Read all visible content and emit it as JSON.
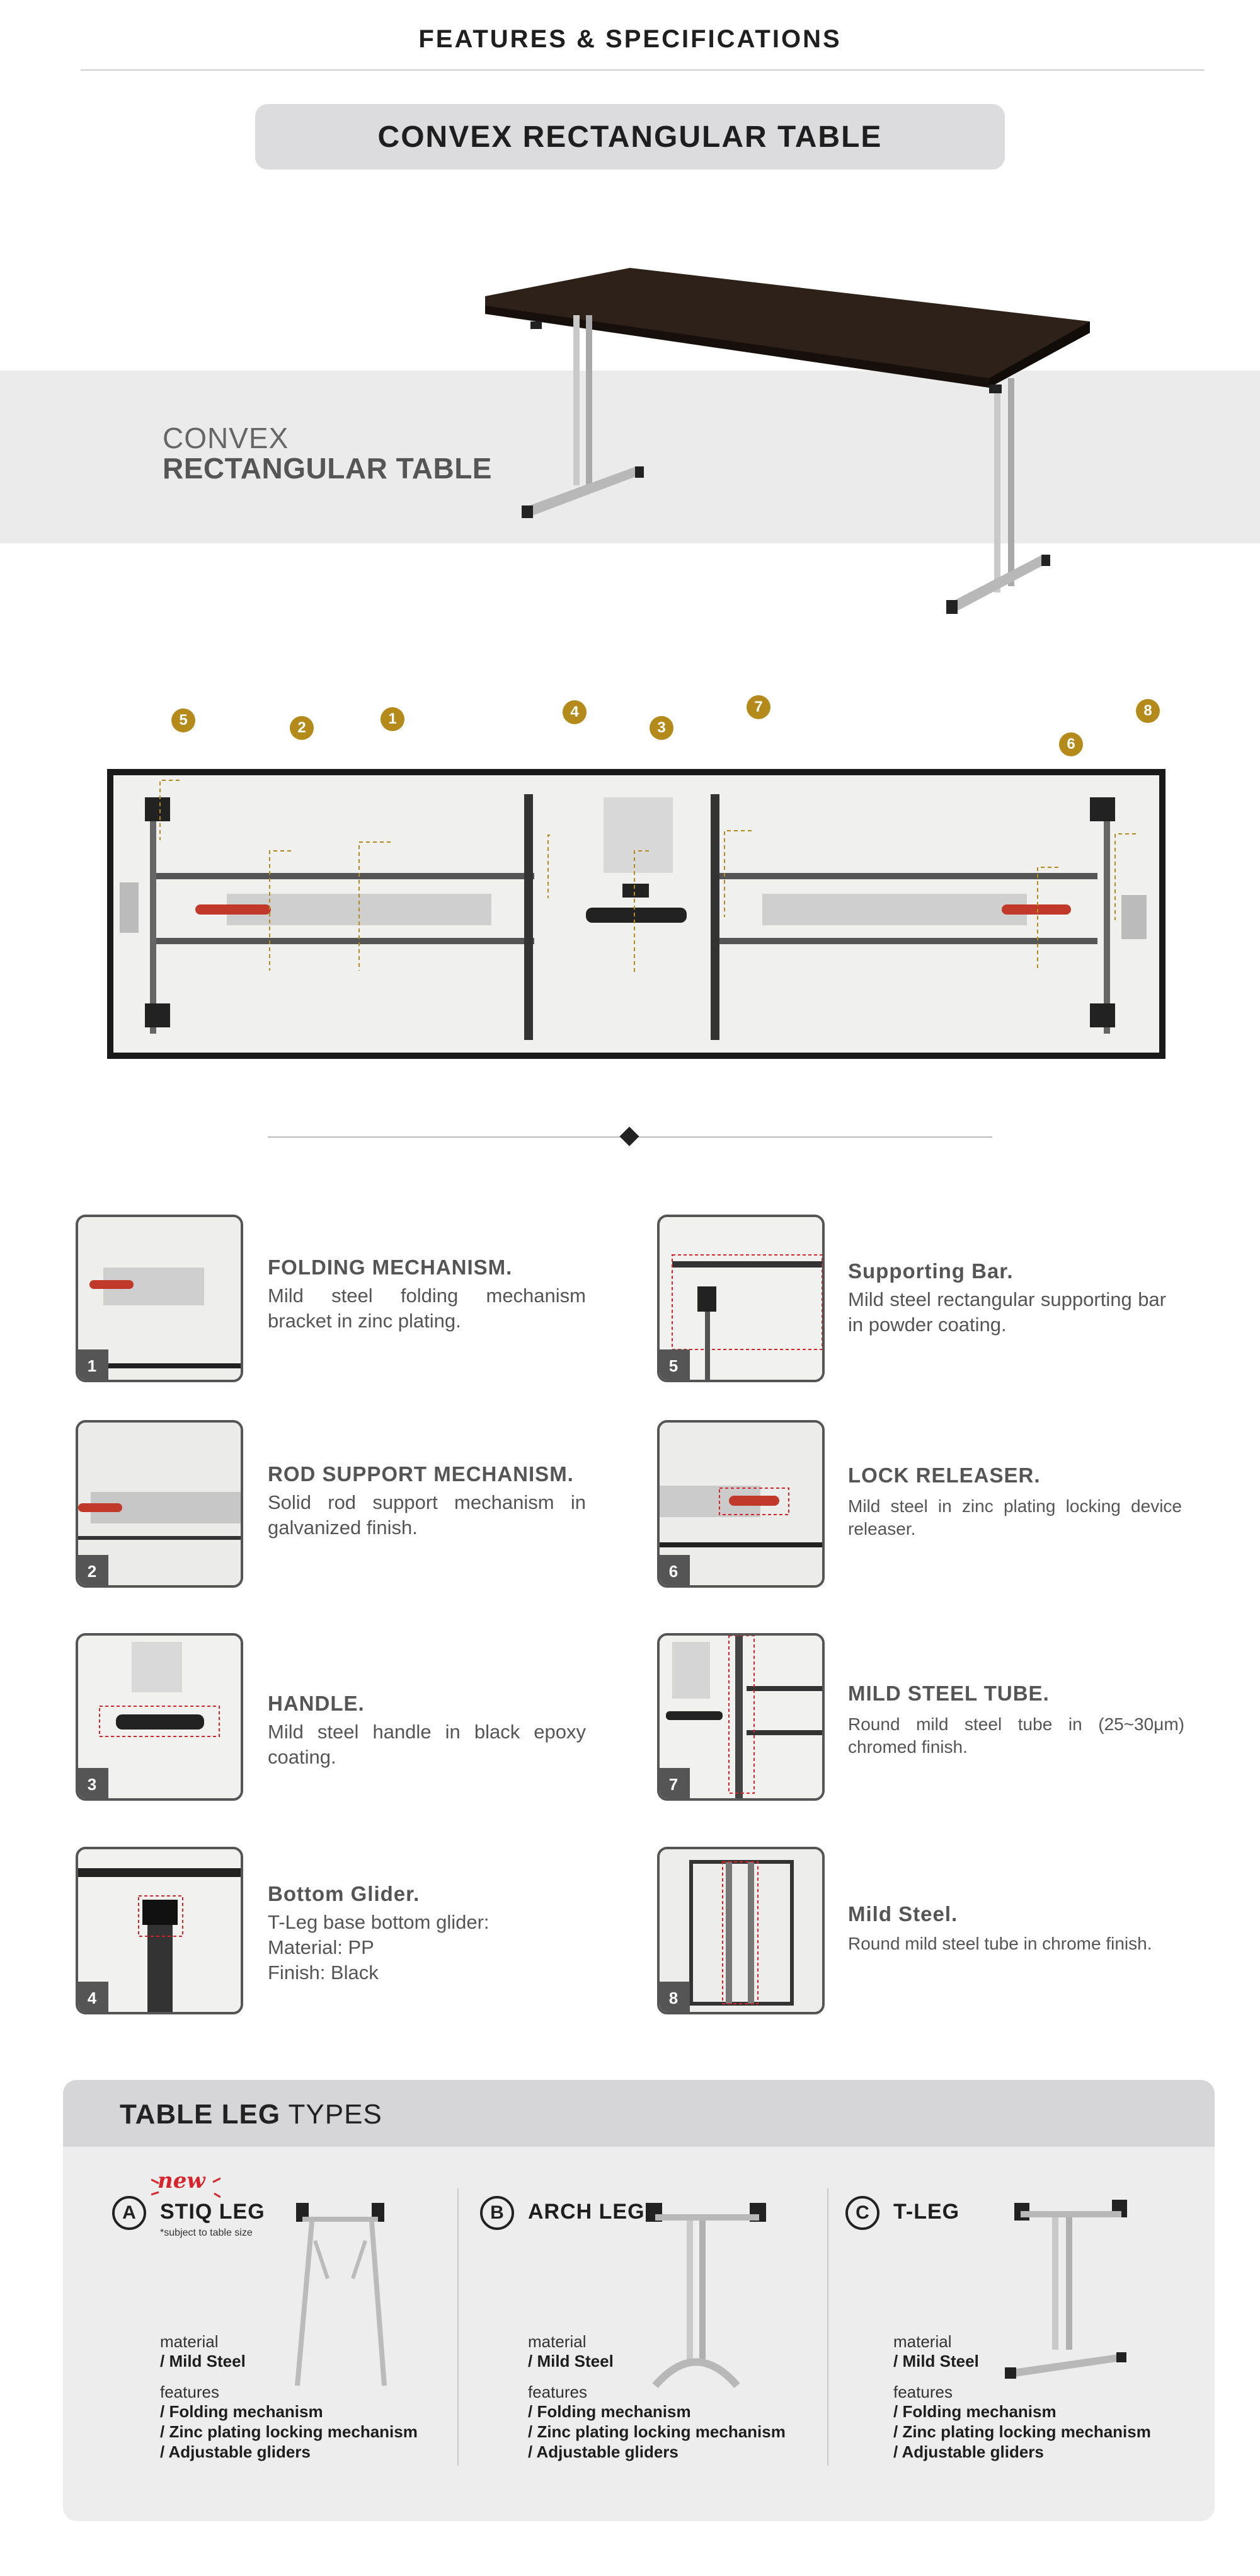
{
  "header": {
    "title": "FEATURES & SPECIFICATIONS"
  },
  "product": {
    "title": "CONVEX RECTANGULAR TABLE",
    "name_line1": "CONVEX",
    "name_line2": "RECTANGULAR TABLE"
  },
  "callouts": [
    "5",
    "2",
    "1",
    "4",
    "3",
    "7",
    "6",
    "8"
  ],
  "features": [
    {
      "num": "1",
      "title": "FOLDING MECHANISM.",
      "desc": "Mild steel folding mechanism bracket in zinc plating."
    },
    {
      "num": "2",
      "title": "ROD SUPPORT MECHANISM.",
      "desc": "Solid rod support mechanism in galvanized finish."
    },
    {
      "num": "3",
      "title": "HANDLE.",
      "desc": "Mild steel handle in black epoxy coating."
    },
    {
      "num": "4",
      "title": "Bottom Glider.",
      "desc_lines": [
        "T-Leg base bottom glider:",
        "Material: PP",
        "Finish: Black"
      ]
    },
    {
      "num": "5",
      "title": "Supporting Bar.",
      "desc": "Mild steel rectangular supporting bar in powder coating."
    },
    {
      "num": "6",
      "title": "LOCK RELEASER.",
      "desc": "Mild steel in zinc plating locking device releaser."
    },
    {
      "num": "7",
      "title": "MILD STEEL TUBE.",
      "desc": "Round mild steel tube in (25~30μm) chromed finish."
    },
    {
      "num": "8",
      "title": "Mild Steel.",
      "desc": "Round mild steel tube in chrome finish."
    }
  ],
  "legs": {
    "title_bold": "TABLE LEG",
    "title_light": " TYPES",
    "new_badge": "new",
    "subject_note": "*subject to table size",
    "material_label": "material",
    "features_label": "features",
    "items": [
      {
        "letter": "A",
        "name": "STIQ LEG",
        "material": "/ Mild Steel",
        "features": [
          "/ Folding mechanism",
          "/ Zinc plating locking mechanism",
          "/ Adjustable gliders"
        ]
      },
      {
        "letter": "B",
        "name": "ARCH LEG",
        "material": "/ Mild Steel",
        "features": [
          "/ Folding mechanism",
          "/ Zinc plating locking mechanism",
          "/ Adjustable gliders"
        ]
      },
      {
        "letter": "C",
        "name": "T-LEG",
        "material": "/ Mild Steel",
        "features": [
          "/ Folding mechanism",
          "/ Zinc plating locking mechanism",
          "/ Adjustable gliders"
        ]
      }
    ]
  },
  "colors": {
    "accent_gold": "#b48a1a",
    "tabletop": "#2e211a",
    "badge_grey": "#555555",
    "new_red": "#d8232a"
  }
}
